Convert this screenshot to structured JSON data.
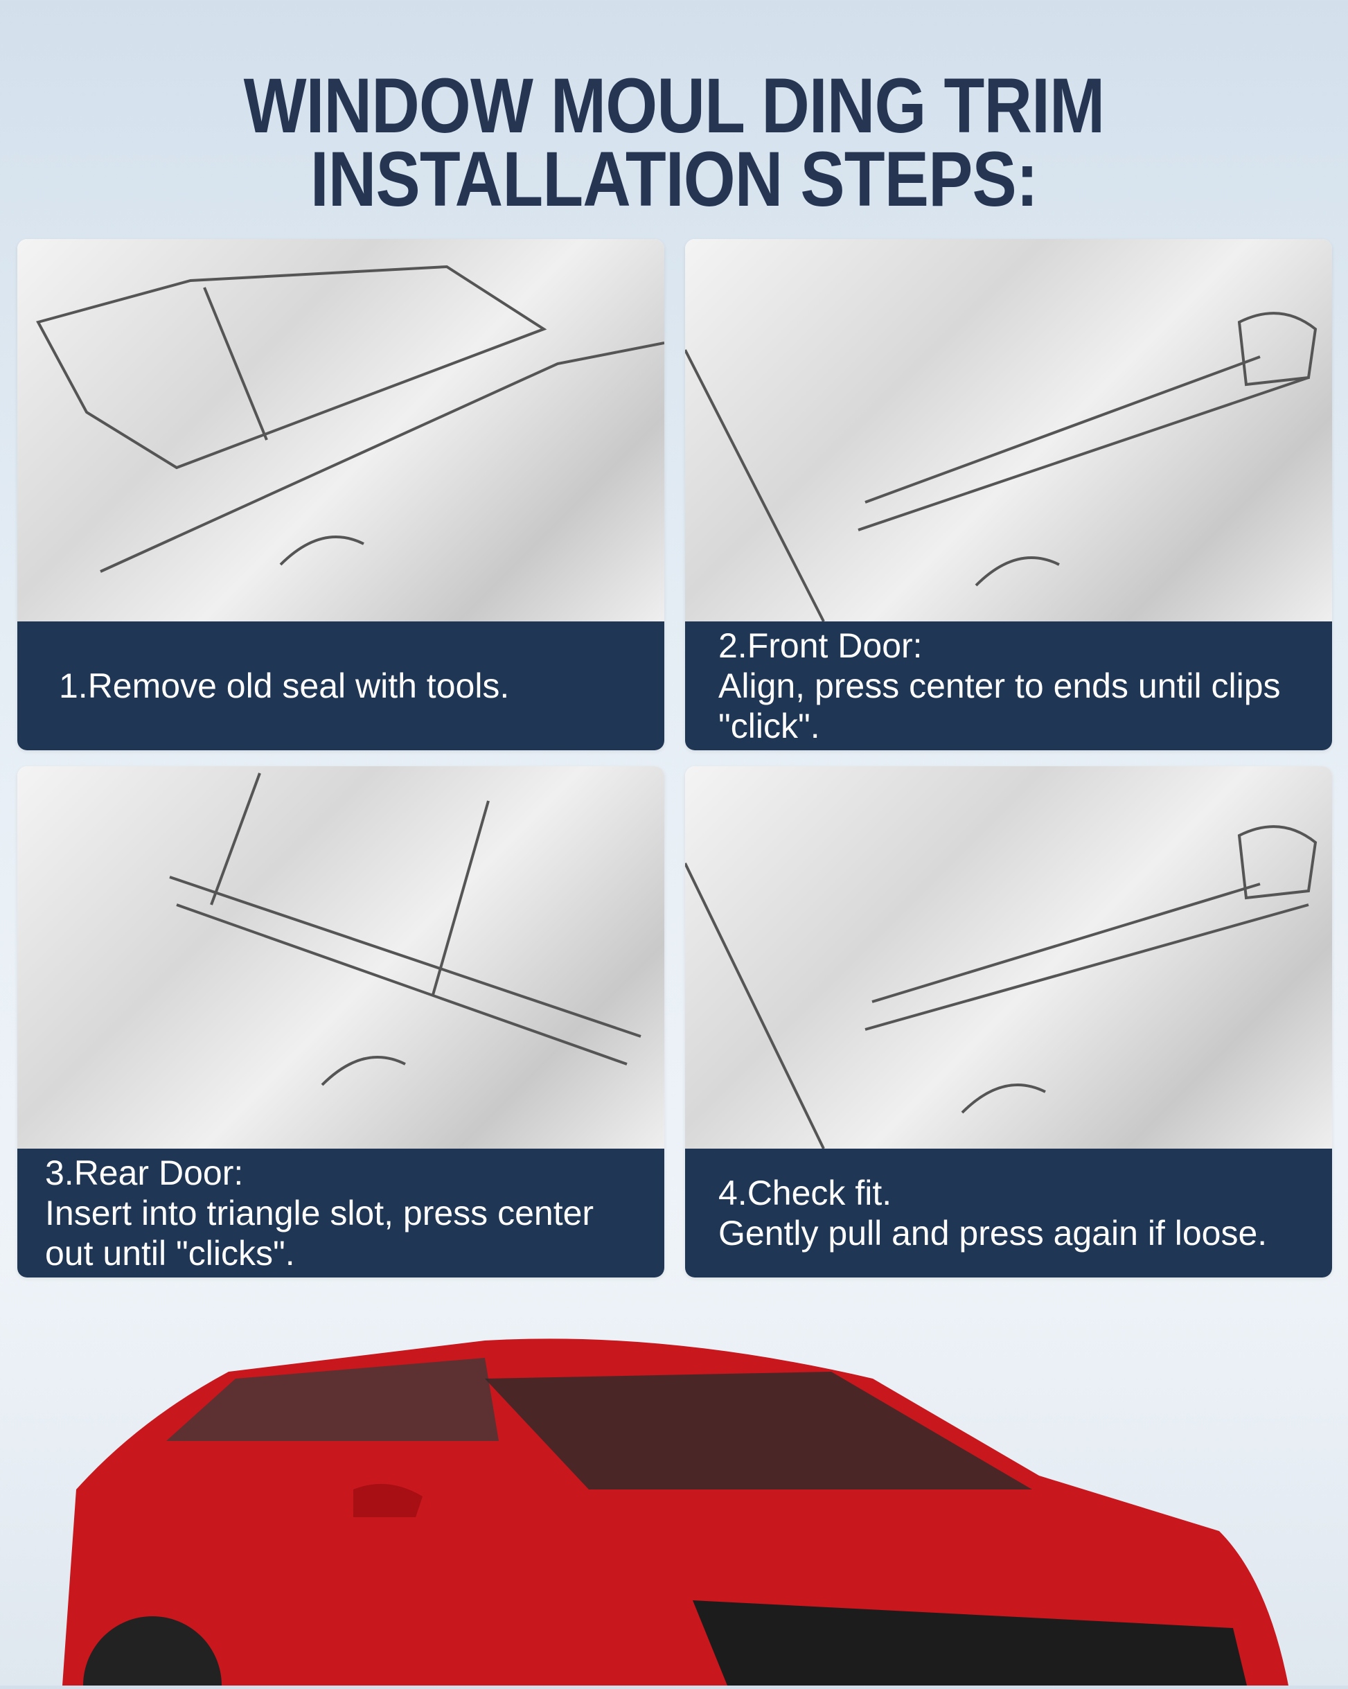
{
  "title": {
    "line1": "WINDOW MOUL DING TRIM",
    "line2": "INSTALLATION STEPS:"
  },
  "steps": [
    {
      "lines": [
        "1.Remove old seal with tools."
      ]
    },
    {
      "lines": [
        "2.Front Door:",
        "Align, press center to ends until clips",
        "\"click\"."
      ]
    },
    {
      "lines": [
        "3.Rear Door:",
        "Insert into triangle slot, press center",
        "out until \"clicks\"."
      ]
    },
    {
      "lines": [
        "4.Check fit.",
        "Gently pull and press again if loose."
      ]
    }
  ],
  "colors": {
    "navy": "#1f3654",
    "title": "#253552",
    "car": "#c8171d"
  }
}
